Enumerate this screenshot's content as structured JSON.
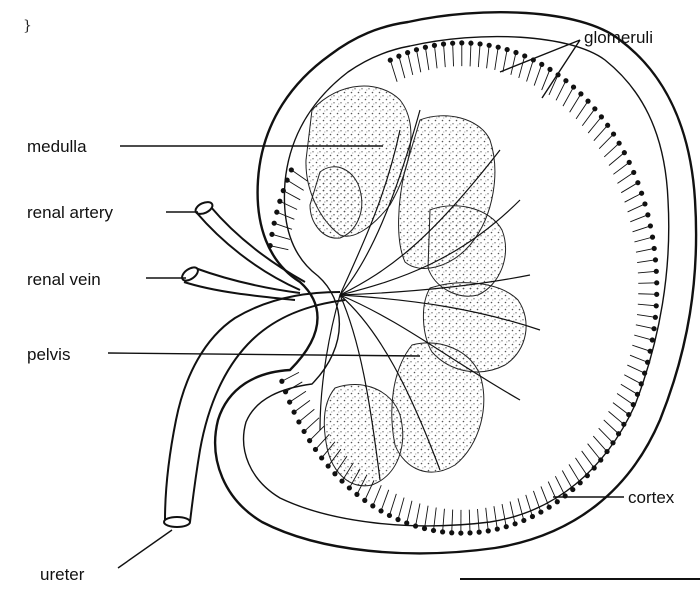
{
  "labels": {
    "glomeruli": "glomeruli",
    "medulla": "medulla",
    "renal_artery": "renal artery",
    "renal_vein": "renal vein",
    "pelvis": "pelvis",
    "cortex": "cortex",
    "ureter": "ureter"
  },
  "colors": {
    "ink": "#111111",
    "paper": "#ffffff",
    "stipple": "#777777"
  }
}
